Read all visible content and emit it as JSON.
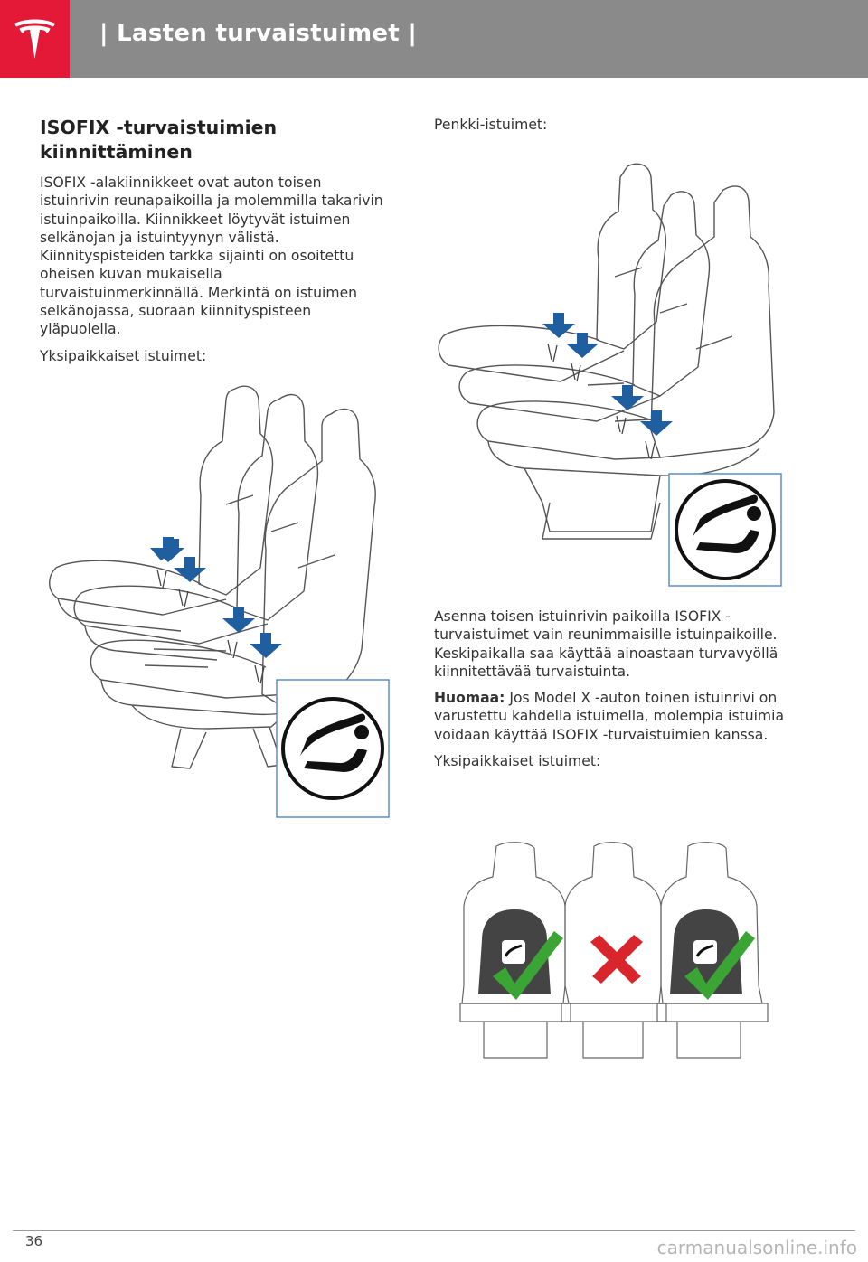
{
  "header": {
    "title": "| Lasten turvaistuimet |",
    "brand_color": "#e31937",
    "bar_color": "#8a8a8a"
  },
  "left": {
    "heading": "ISOFIX -turvaistuimien kiinnittäminen",
    "paragraph": "ISOFIX -alakiinnikkeet ovat auton toisen istuinrivin reunapaikoilla ja molemmilla takarivin istuinpaikoilla. Kiinnikkeet löytyvät istuimen selkänojan ja istuintyynyn välistä. Kiinnityspisteiden tarkka sijainti on osoitettu oheisen kuvan mukaisella turvaistuinmerkinnällä. Merkintä on istuimen selkänojassa, suoraan kiinnityspisteen yläpuolella.",
    "caption": "Yksipaikkaiset istuimet:"
  },
  "right": {
    "caption_bench": "Penkki-istuimet:",
    "paragraph": "Asenna toisen istuinrivin paikoilla ISOFIX -turvaistuimet vain reunimmaisille istuinpaikoille. Keskipaikalla saa käyttää ainoastaan turvavyöllä kiinnitettävää turvaistuinta.",
    "note_label": "Huomaa:",
    "note_text": " Jos Model X -auton toinen istuinrivi on varustettu kahdella istuimella, molempia istuimia voidaan käyttää ISOFIX -turvaistuimien kanssa.",
    "caption_single": "Yksipaikkaiset istuimet:"
  },
  "figures": {
    "arrow_color": "#1f5fa0",
    "check_color": "#3aa535",
    "cross_color": "#d9262c",
    "seat_status": [
      "allowed",
      "not-allowed",
      "allowed"
    ]
  },
  "footer": {
    "page_number": "36",
    "watermark": "carmanualsonline.info"
  }
}
